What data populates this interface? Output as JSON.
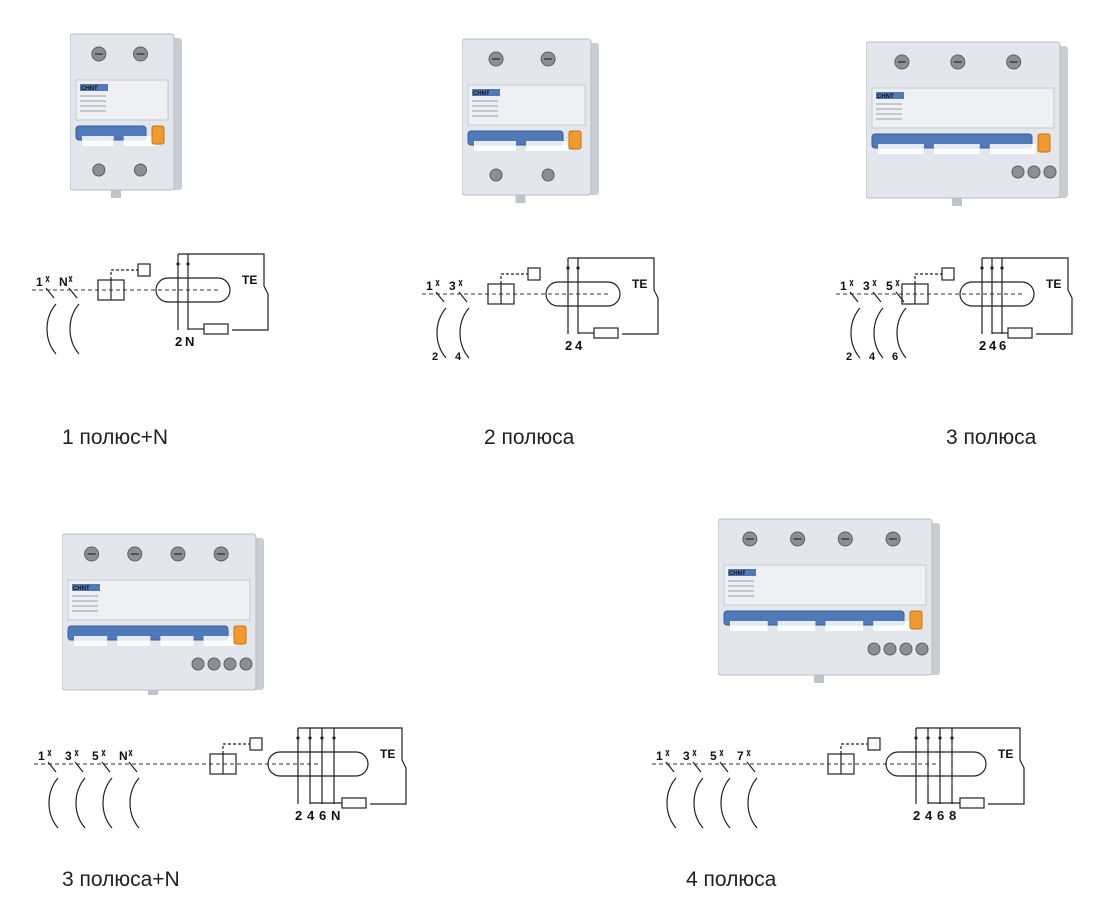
{
  "brand": "CHNT",
  "colors": {
    "body": "#e3e6ea",
    "body_dark": "#c9cdd3",
    "handle": "#4f79b8",
    "handle_dark": "#38609e",
    "test_button": "#f29a2e"
  },
  "items": [
    {
      "caption": "1 полюс+N",
      "poles": 2,
      "top_labels": [
        "1",
        "N"
      ],
      "bottom_labels": [
        "2",
        "N"
      ],
      "test_label": "TE"
    },
    {
      "caption": "2 полюса",
      "poles": 2,
      "top_labels": [
        "1",
        "3"
      ],
      "bottom_labels": [
        "2",
        "4"
      ],
      "outer_labels": [
        "2",
        "4"
      ],
      "test_label": "TE"
    },
    {
      "caption": "3 полюса",
      "poles": 3,
      "top_labels": [
        "1",
        "3",
        "5"
      ],
      "bottom_labels": [
        "2",
        "4",
        "6"
      ],
      "outer_labels": [
        "2",
        "4",
        "6"
      ],
      "test_label": "TE"
    },
    {
      "caption": "3 полюса+N",
      "poles": 4,
      "top_labels": [
        "1",
        "3",
        "5",
        "N"
      ],
      "bottom_labels": [
        "2",
        "4",
        "6",
        "N"
      ],
      "test_label": "TE"
    },
    {
      "caption": "4 полюса",
      "poles": 4,
      "top_labels": [
        "1",
        "3",
        "5",
        "7"
      ],
      "bottom_labels": [
        "2",
        "4",
        "6",
        "8"
      ],
      "test_label": "TE"
    }
  ]
}
